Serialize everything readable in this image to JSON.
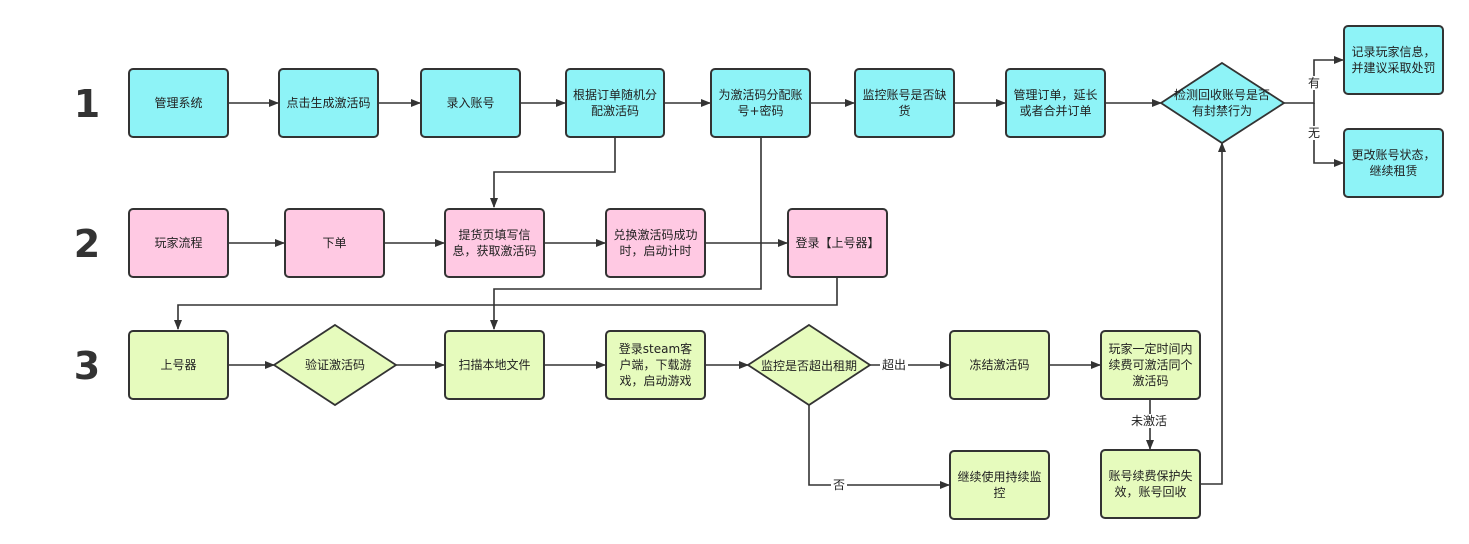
{
  "rows": [
    {
      "num": "1"
    },
    {
      "num": "2"
    },
    {
      "num": "3"
    }
  ],
  "nodes": {
    "admin_system": "管理系统",
    "generate_code": "点击生成激活码",
    "enter_account": "录入账号",
    "assign_code": "根据订单随机分配激活码",
    "assign_account": "为激活码分配账号+密码",
    "monitor_stock": "监控账号是否缺货",
    "manage_order": "管理订单，延长或者合并订单",
    "check_banned": "检测回收账号是否有封禁行为",
    "record_penalty": "记录玩家信息，并建议采取处罚",
    "change_status": "更改账号状态，继续租赁",
    "player_flow": "玩家流程",
    "place_order": "下单",
    "fill_info": "提货页填写信息，获取激活码",
    "redeem_code": "兑换激活码成功时，启动计时",
    "login_tool": "登录【上号器】",
    "launcher": "上号器",
    "verify_code": "验证激活码",
    "scan_files": "扫描本地文件",
    "login_steam": "登录steam客户端，下载游戏，启动游戏",
    "monitor_expire": "监控是否超出租期",
    "freeze_code": "冻结激活码",
    "renew_reactivate": "玩家一定时间内续费可激活同个激活码",
    "continue_monitor": "继续使用持续监控",
    "protection_expired": "账号续费保护失效，账号回收"
  },
  "edge_labels": {
    "yes": "有",
    "no": "无",
    "exceeded": "超出",
    "not": "否",
    "not_activated": "未激活"
  },
  "colors": {
    "admin": "#8ef3f7",
    "player": "#ffc9e3",
    "client": "#e6fbbd",
    "stroke": "#333333"
  }
}
